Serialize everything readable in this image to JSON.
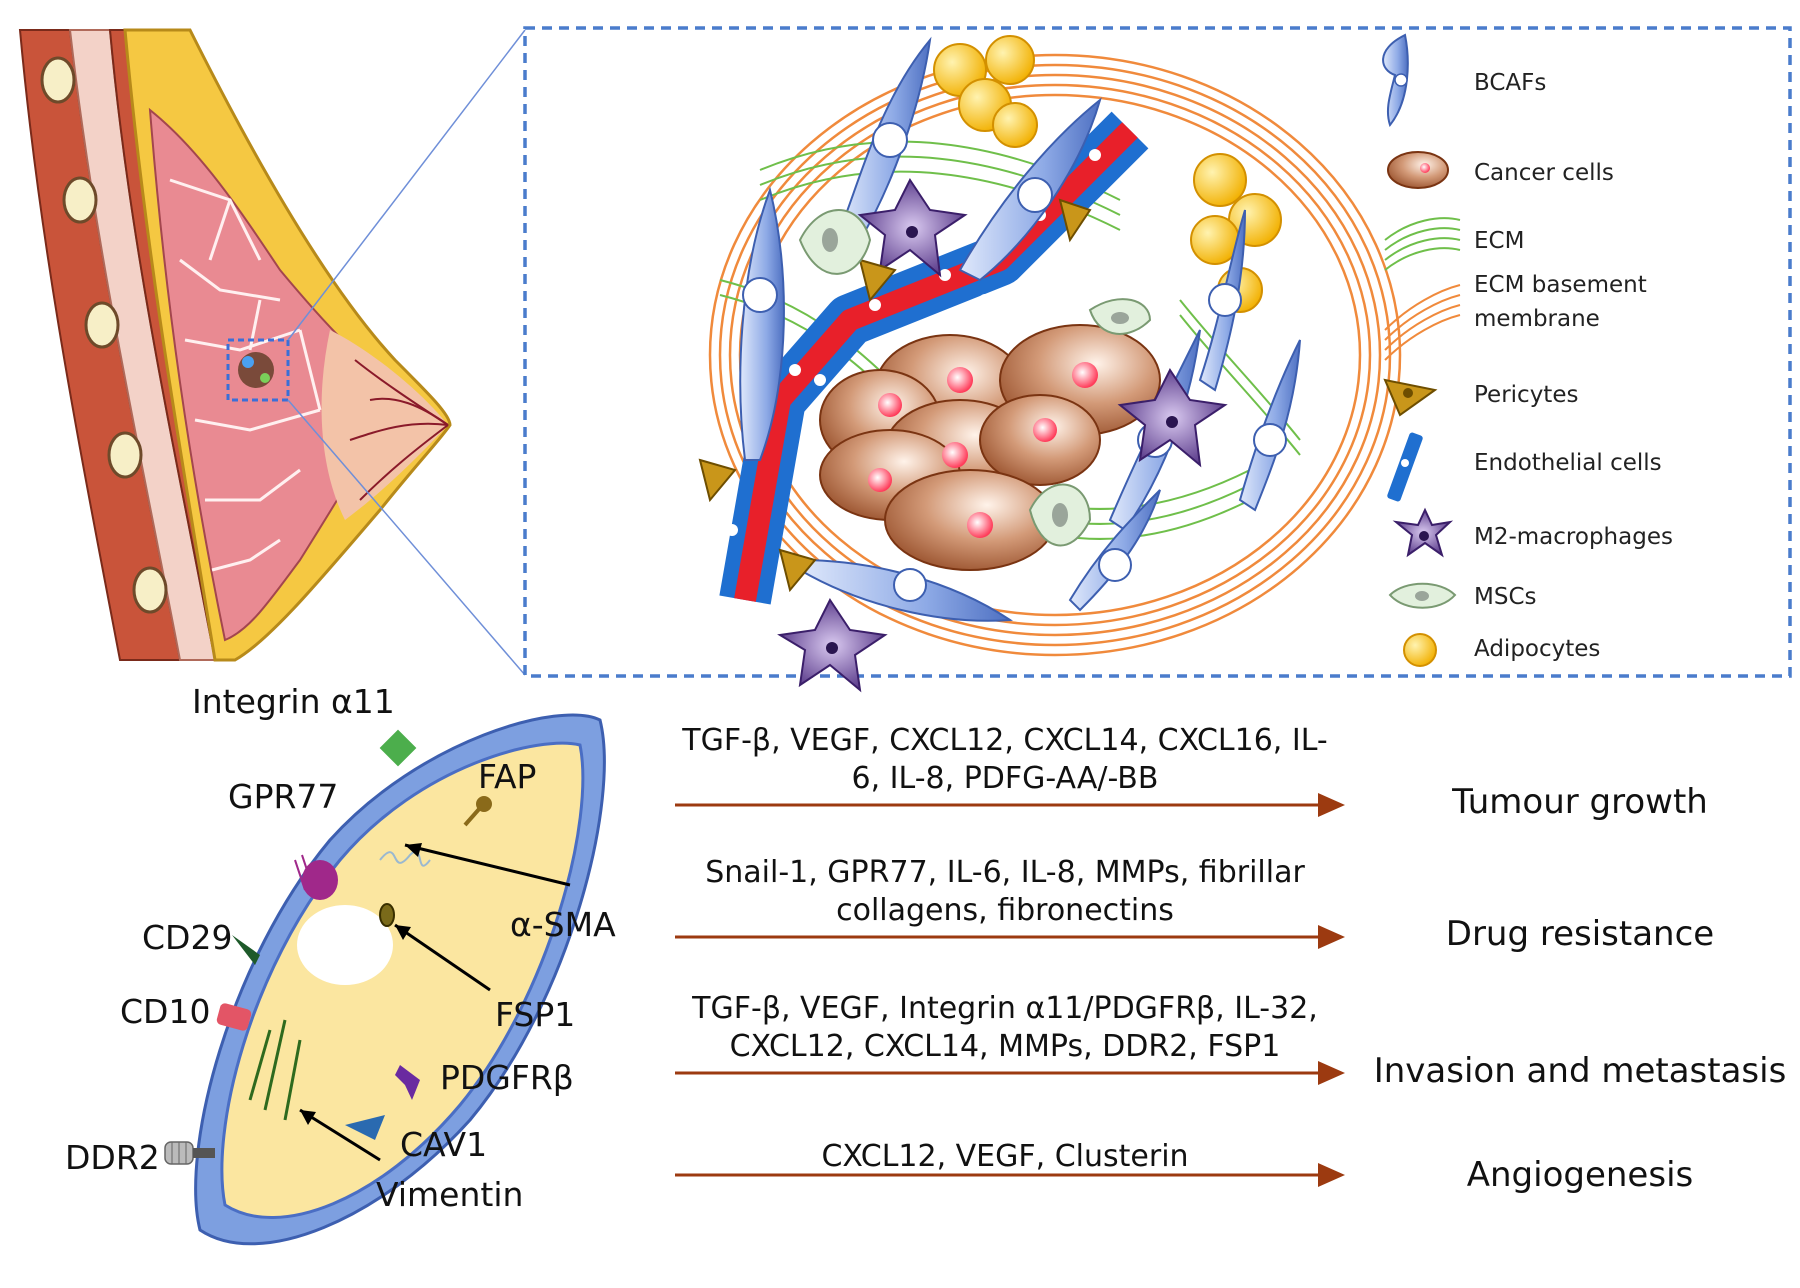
{
  "legend": {
    "bcafs": "BCAFs",
    "cancer_cells": "Cancer cells",
    "ecm": "ECM",
    "ecm_basement_line1": "ECM basement",
    "ecm_basement_line2": "membrane",
    "pericytes": "Pericytes",
    "endothelial": "Endothelial cells",
    "m2": "M2-macrophages",
    "mscs": "MSCs",
    "adipocytes": "Adipocytes"
  },
  "markers": {
    "integrin": "Integrin α11",
    "gpr77": "GPR77",
    "fap": "FAP",
    "asma": "α-SMA",
    "cd29": "CD29",
    "cd10": "CD10",
    "fsp1": "FSP1",
    "pdgfrb": "PDGFRβ",
    "cav1": "CAV1",
    "ddr2": "DDR2",
    "vimentin": "Vimentin"
  },
  "effects": [
    {
      "line1": "TGF-β, VEGF, CXCL12, CXCL14, CXCL16, IL-",
      "line2": "6, IL-8, PDFG-AA/-BB",
      "outcome": "Tumour growth"
    },
    {
      "line1": "Snail-1, GPR77, IL-6, IL-8, MMPs, fibrillar",
      "line2": "collagens, fibronectins",
      "outcome": "Drug resistance"
    },
    {
      "line1": "TGF-β, VEGF, Integrin α11/PDGFRβ, IL-32,",
      "line2": "CXCL12, CXCL14, MMPs, DDR2, FSP1",
      "outcome": "Invasion and metastasis"
    },
    {
      "line1": "CXCL12, VEGF, Clusterin",
      "line2": "",
      "outcome": "Angiogenesis"
    }
  ],
  "colors": {
    "arrow": "#9c3a10",
    "box_border": "#4a7ccc",
    "bcaf": "#6b8fd6",
    "cancer": "#a0552a",
    "ecm": "#6fbf4a",
    "basement": "#f08a3c",
    "pericyte": "#b8860b",
    "endothelial_blue": "#1f6fd0",
    "vessel_red": "#e8202a",
    "macrophage": "#5a3a8c",
    "msc": "#dfeedd",
    "adipocyte": "#f5b800",
    "cytoplasm": "#fbe6a0"
  }
}
